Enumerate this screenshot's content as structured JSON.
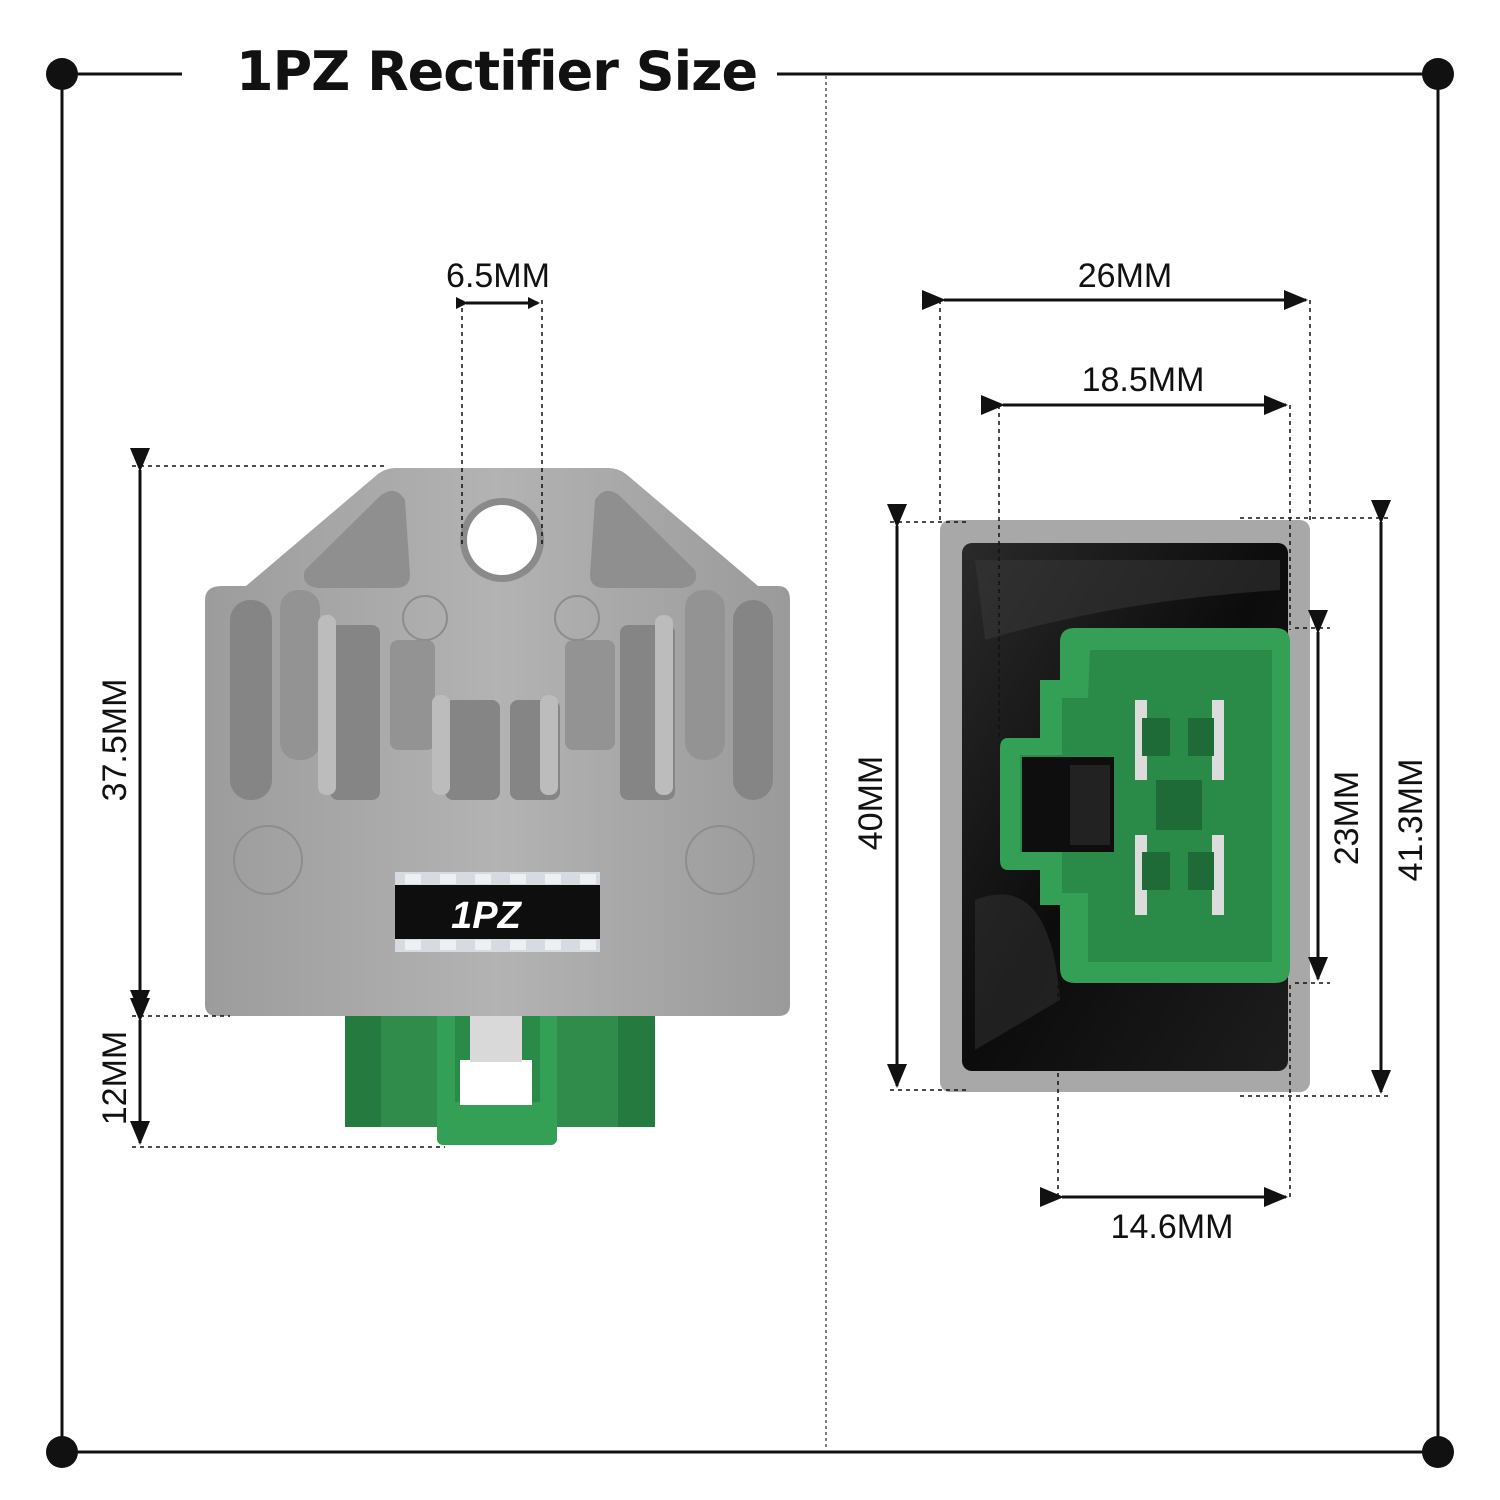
{
  "title": "1PZ Rectifier Size",
  "badge": "1PZ",
  "colors": {
    "frame": "#111111",
    "metal": "#a9a9a9",
    "metal_dark": "#8f8f8f",
    "connector_green": "#2e8b4a",
    "connector_green_dark": "#1f6b37",
    "black_face": "#111111"
  },
  "dimensions": {
    "mount_hole": "6.5MM",
    "body_height": "37.5MM",
    "connector_height": "12MM",
    "overall_width": "26MM",
    "inner_width": "18.5MM",
    "height_left": "40MM",
    "connector_inner_height": "23MM",
    "overall_height": "41.3MM",
    "connector_width": "14.6MM"
  },
  "icons": [
    "frame-corner-dot",
    "rectifier-front-view",
    "rectifier-rear-view"
  ]
}
